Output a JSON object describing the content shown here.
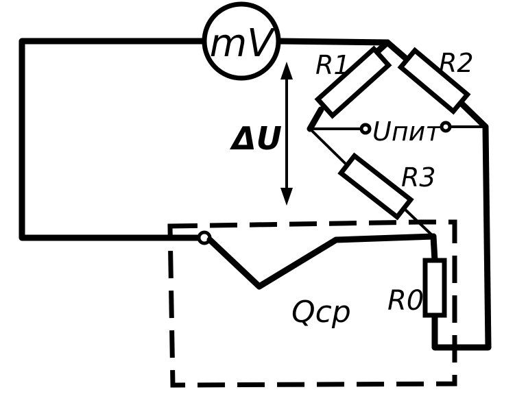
{
  "voltmeter": {
    "label": "mV",
    "icon": "voltmeter-circle"
  },
  "resistors": {
    "r1": "R1",
    "r2": "R2",
    "r3": "R3",
    "r0": "R0"
  },
  "supply_label": "Uпит",
  "delta_label": "ΔU",
  "medium_label": "Qср"
}
